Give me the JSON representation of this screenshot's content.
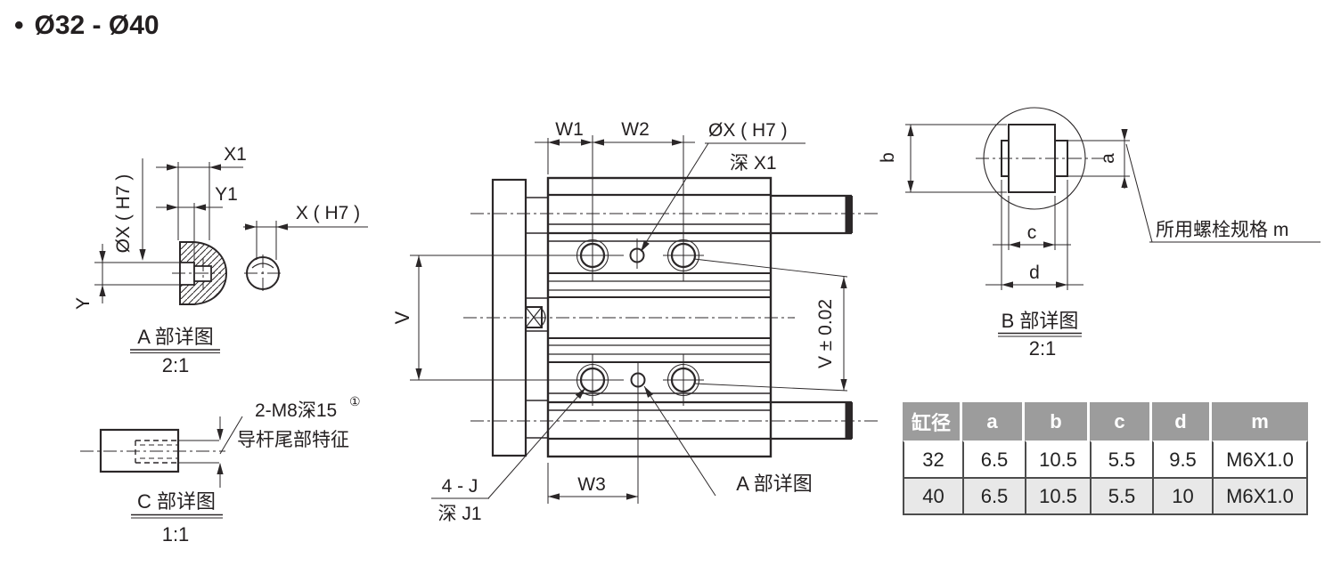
{
  "title": {
    "bullet": "•",
    "text": "Ø32 - Ø40"
  },
  "detail_a": {
    "dim_x1": "X1",
    "dim_y1": "Y1",
    "dim_dx": "ØX ( H7 )",
    "dim_x": "X ( H7 )",
    "dim_y": "Y",
    "caption": "A 部详图",
    "scale": "2:1"
  },
  "detail_c": {
    "thread_note": "2-M8深15",
    "thread_note_sup": "①",
    "feature_note": "导杆尾部特征",
    "caption": "C 部详图",
    "scale": "1:1"
  },
  "main_view": {
    "dim_w1": "W1",
    "dim_w2": "W2",
    "dim_w3": "W3",
    "hole_note_dia": "ØX ( H7 )",
    "hole_note_depth": "深 X1",
    "dim_v": "V",
    "dim_v_tol": "V ± 0.02",
    "corner_hole_note": "4 - J",
    "corner_hole_depth": "深 J1",
    "detail_a_ref": "A 部详图"
  },
  "detail_b": {
    "dim_a": "a",
    "dim_b": "b",
    "dim_c": "c",
    "dim_d": "d",
    "bolt_note": "所用螺栓规格 m",
    "caption": "B 部详图",
    "scale": "2:1"
  },
  "spec_table": {
    "headers": [
      "缸径",
      "a",
      "b",
      "c",
      "d",
      "m"
    ],
    "rows": [
      [
        "32",
        "6.5",
        "10.5",
        "5.5",
        "9.5",
        "M6X1.0"
      ],
      [
        "40",
        "6.5",
        "10.5",
        "5.5",
        "10",
        "M6X1.0"
      ]
    ]
  },
  "colors": {
    "line": "#2b2728",
    "table_header_bg": "#9c9c9c",
    "table_row_alt_bg": "#e8e8e8"
  }
}
